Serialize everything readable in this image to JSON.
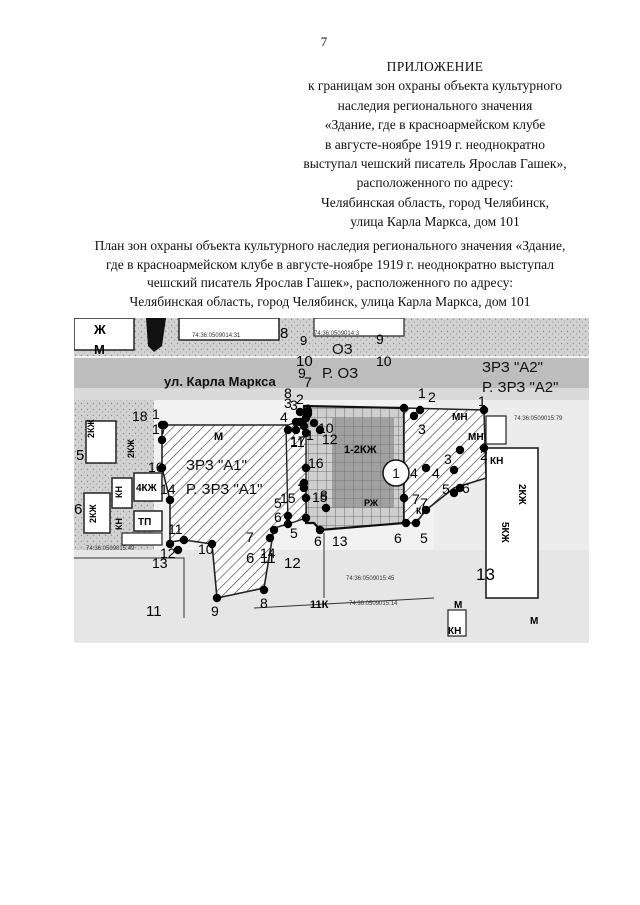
{
  "page_number": "7",
  "appendix": {
    "title": "ПРИЛОЖЕНИЕ",
    "lines": [
      "к границам зон охраны объекта культурного",
      "наследия регионального значения",
      "«Здание, где в красноармейском клубе",
      "в августе-ноябре 1919 г. неоднократно",
      "выступал чешский писатель Ярослав Гашек»,",
      "расположенного по адресу:",
      "Челябинская область, город Челябинск,",
      "улица Карла Маркса, дом 101"
    ]
  },
  "plan_caption": {
    "lines": [
      "План зон охраны объекта культурного наследия регионального значения «Здание,",
      "где в красноармейском клубе в августе-ноябре 1919 г. неоднократно выступал",
      "чешский писатель Ярослав Гашек», расположенного по адресу:",
      "Челябинская область, город Челябинск, улица Карла Маркса, дом 101"
    ]
  },
  "map": {
    "street": "ул. Карла Маркса",
    "zones": {
      "oz": "ОЗ",
      "r_oz": "Р. ОЗ",
      "zrz_a2": "ЗРЗ \"А2\"",
      "r_zrz_a2": "Р. ЗРЗ \"А2\"",
      "zrz_a1": "ЗРЗ \"А1\"",
      "r_zrz_a1": "Р. ЗРЗ \"А1\"",
      "object_marker": "1"
    },
    "cadastral": {
      "top": "74:36:0509014:31",
      "top2": "74:36:0509014:3",
      "right": "74:36:0509015:79",
      "left": "74:36:0509015:49",
      "mid": "74:36:0509015:45",
      "bottom": "74:36:0509015:14"
    },
    "building_labels": {
      "zh_top": "Ж",
      "m_top": "М",
      "m_left": "М",
      "zh2_left": "2КЖ",
      "zh2_left_b": "2КЖ",
      "zh4": "4КЖ",
      "kn_left": "КН",
      "kn_left_b": "КН",
      "zh2_left_c": "2КЖ",
      "tp": "ТП",
      "zh2_obj": "1-2КЖ",
      "rj": "РЖ",
      "kn_mid": "КН",
      "mn1": "МН",
      "mn2": "МН",
      "kn_right": "КН",
      "zh2_right": "2КЖ",
      "zh5": "5КЖ",
      "k11": "11К",
      "m_bot": "М",
      "kn_bot": "КН",
      "m_bot_r": "М"
    },
    "parcel_numbers": {
      "p5": "5",
      "p6": "6",
      "p8": "8",
      "p9": "9",
      "p10": "10",
      "p11": "11",
      "p12": "12",
      "p13": "13",
      "p11b": "11",
      "p6b": "6",
      "p9b": "9",
      "p10b": "10"
    },
    "points": [
      {
        "label": "1"
      },
      {
        "label": "2"
      },
      {
        "label": "3"
      },
      {
        "label": "4"
      },
      {
        "label": "5"
      },
      {
        "label": "6"
      },
      {
        "label": "7"
      },
      {
        "label": "8"
      },
      {
        "label": "9"
      },
      {
        "label": "10"
      },
      {
        "label": "11"
      },
      {
        "label": "12"
      },
      {
        "label": "13"
      },
      {
        "label": "14"
      },
      {
        "label": "15"
      },
      {
        "label": "16"
      },
      {
        "label": "17"
      },
      {
        "label": "18"
      },
      {
        "label": "1"
      },
      {
        "label": "2"
      },
      {
        "label": "3"
      },
      {
        "label": "4"
      },
      {
        "label": "5"
      },
      {
        "label": "6"
      },
      {
        "label": "7"
      },
      {
        "label": "8"
      },
      {
        "label": "9"
      },
      {
        "label": "10"
      },
      {
        "label": "11"
      },
      {
        "label": "12"
      },
      {
        "label": "13"
      },
      {
        "label": "14"
      },
      {
        "label": "15"
      },
      {
        "label": "16"
      },
      {
        "label": "17"
      },
      {
        "label": "1"
      },
      {
        "label": "2"
      },
      {
        "label": "3"
      },
      {
        "label": "4"
      },
      {
        "label": "5"
      },
      {
        "label": "6"
      },
      {
        "label": "7"
      },
      {
        "label": "8"
      },
      {
        "label": "1"
      },
      {
        "label": "2"
      },
      {
        "label": "3"
      },
      {
        "label": "4"
      },
      {
        "label": "5"
      },
      {
        "label": "6"
      },
      {
        "label": "7"
      }
    ]
  }
}
